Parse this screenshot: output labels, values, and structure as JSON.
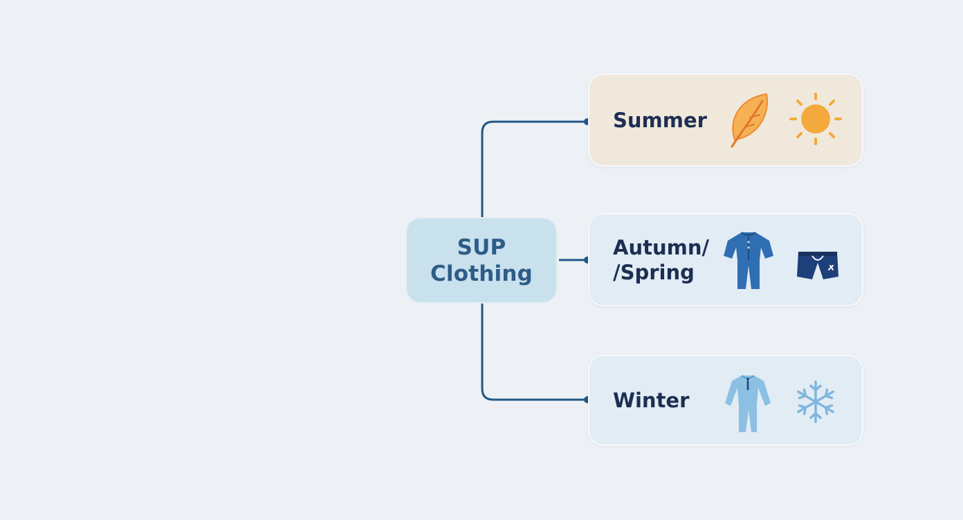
{
  "diagram": {
    "root": {
      "label": "SUP\nClothing"
    },
    "branches": [
      {
        "label": "Summer",
        "icons": [
          "leaf-icon",
          "sun-icon"
        ]
      },
      {
        "label": "Autumn/\n/Spring",
        "icons": [
          "shorty-wetsuit-icon",
          "neoprene-shorts-icon"
        ]
      },
      {
        "label": "Winter",
        "icons": [
          "fullsuit-icon",
          "snowflake-icon"
        ]
      }
    ]
  },
  "colors": {
    "background": "#edf1f5",
    "connector": "#1f5687",
    "root_fill": "#c9e0ed",
    "summer_fill": "#f1e8dc",
    "season_fill": "#e1ecf4",
    "summer_accent": "#f4a93c",
    "suit_blue": "#2f6eb2",
    "shorts_navy": "#1d3f7a",
    "winter_light_blue": "#8cc0e3"
  }
}
